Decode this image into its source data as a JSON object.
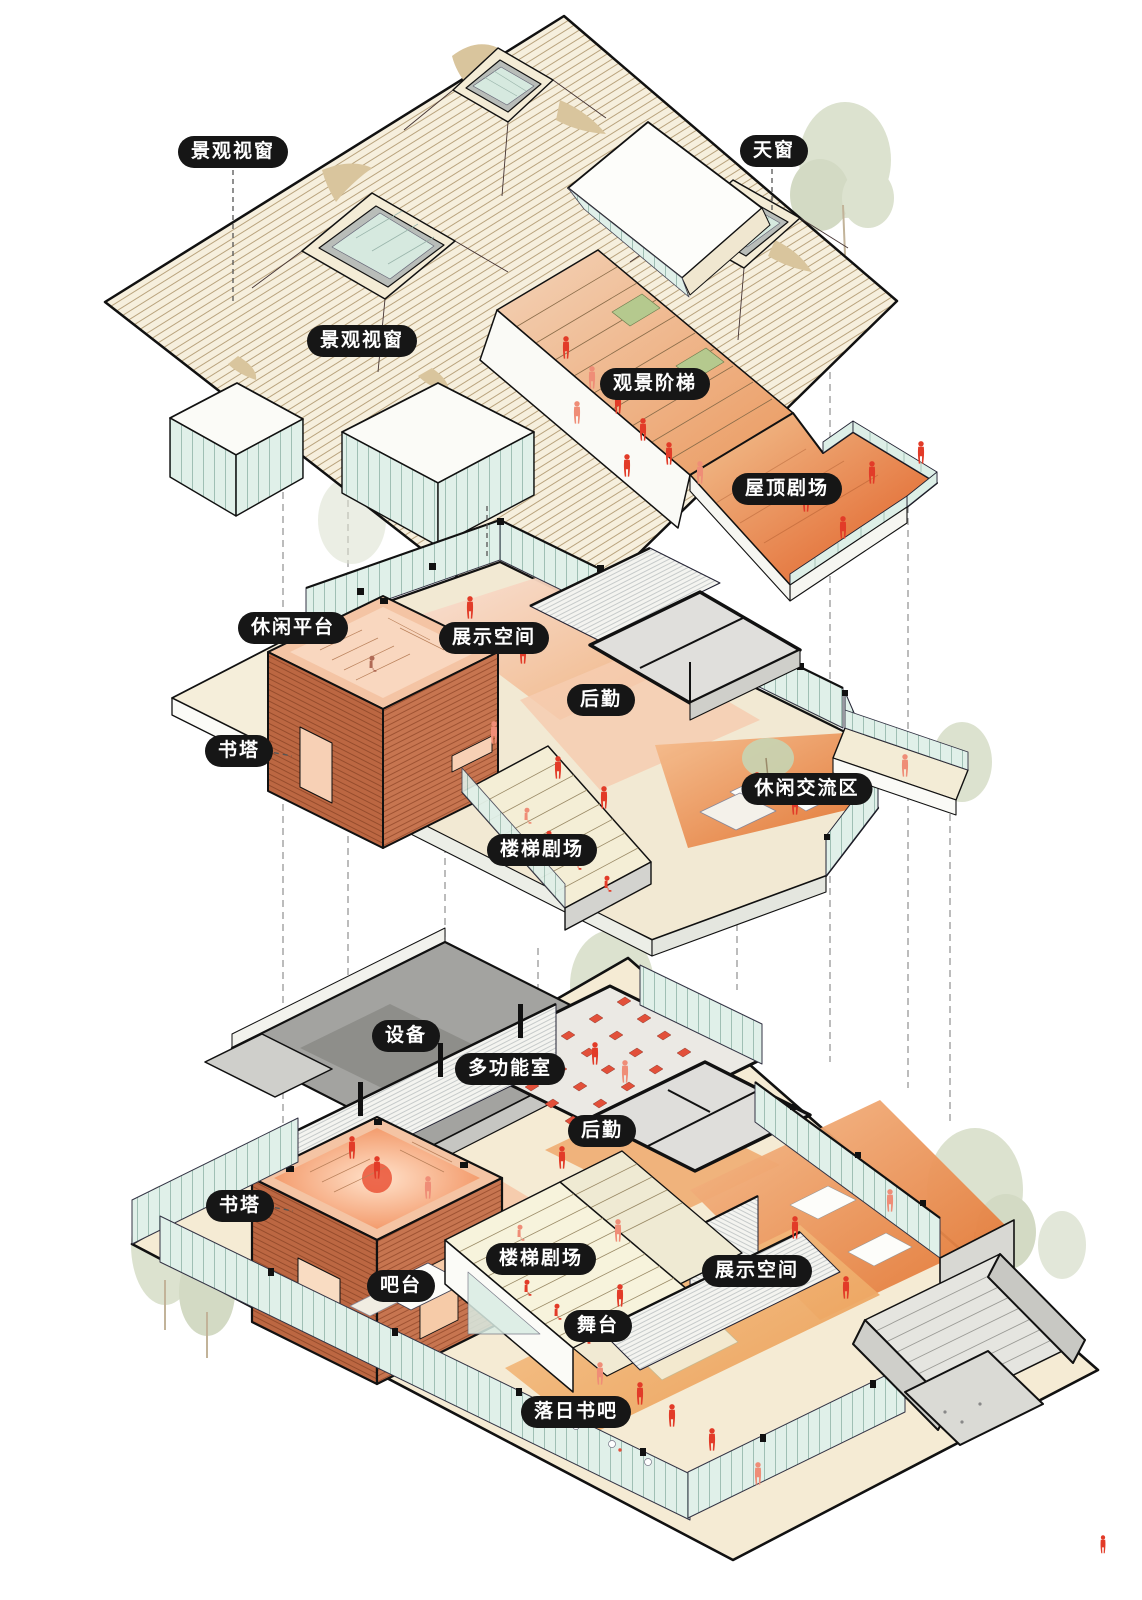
{
  "diagram": {
    "type": "exploded-axonometric-building-diagram",
    "levels": [
      "roof",
      "second-floor",
      "ground-floor"
    ]
  },
  "labels": {
    "roof_scenic_window_a": "景观视窗",
    "roof_skylight": "天窗",
    "roof_scenic_window_b": "景观视窗",
    "roof_viewing_steps": "观景阶梯",
    "roof_rooftop_theater": "屋顶剧场",
    "mid_leisure_platform": "休闲平台",
    "mid_exhibition_space": "展示空间",
    "mid_logistics": "后勤",
    "mid_book_tower": "书塔",
    "mid_leisure_social_zone": "休闲交流区",
    "mid_stair_theater": "楼梯剧场",
    "gf_equipment": "设备",
    "gf_multifunction_room": "多功能室",
    "gf_logistics": "后勤",
    "gf_book_tower": "书塔",
    "gf_stair_theater": "楼梯剧场",
    "gf_bar_counter": "吧台",
    "gf_stage": "舞台",
    "gf_exhibition_space": "展示空间",
    "gf_sunset_book_bar": "落日书吧"
  },
  "colors": {
    "label_bg": "#161616",
    "label_text": "#ffffff",
    "roof_base": "#f6efdd",
    "roof_hatch_line": "#b29a72",
    "brick": "#c06a44",
    "glass": "#e0f0e9",
    "floor_orange": "#e2571f",
    "floor_cream": "#f4ead2",
    "figure_red": "#e23b28",
    "tree_green": "#d6ddc7",
    "concrete_gray": "#a3a3a0"
  }
}
